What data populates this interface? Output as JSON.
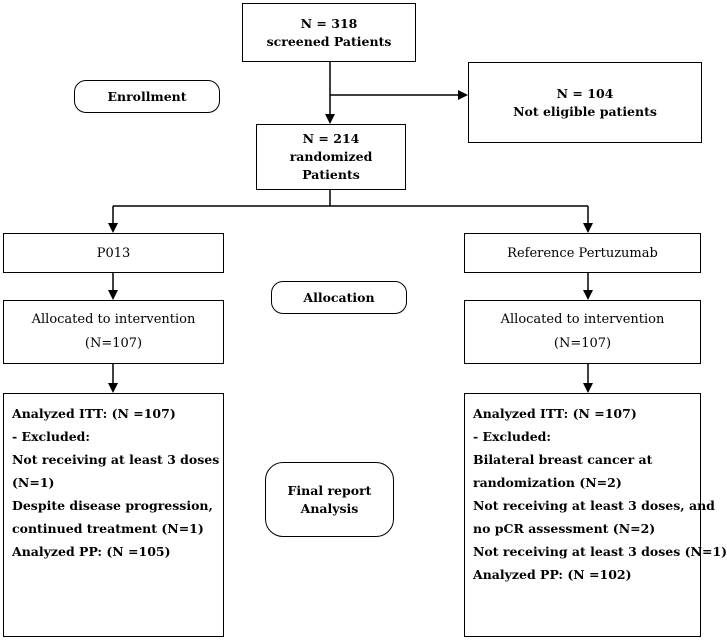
{
  "screened": {
    "line1": "N = 318",
    "line2": "screened Patients"
  },
  "not_eligible": {
    "line1": "N = 104",
    "line2": "Not eligible patients"
  },
  "randomized": {
    "line1": "N = 214",
    "line2": "randomized",
    "line3": "Patients"
  },
  "labels": {
    "enrollment": "Enrollment",
    "allocation": "Allocation",
    "final_report_1": "Final report",
    "final_report_2": "Analysis"
  },
  "left_arm": {
    "name": "P013",
    "allocated_1": "Allocated to intervention",
    "allocated_2": "(N=107)",
    "analysis": [
      "Analyzed ITT: (N =107)",
      "- Excluded:",
      "Not receiving at least 3 doses",
      "(N=1)",
      "Despite disease progression,",
      "continued treatment (N=1)",
      "Analyzed PP: (N =105)"
    ]
  },
  "right_arm": {
    "name": "Reference Pertuzumab",
    "allocated_1": "Allocated to intervention",
    "allocated_2": "(N=107)",
    "analysis": [
      "Analyzed ITT: (N =107)",
      "- Excluded:",
      "Bilateral breast cancer at",
      "randomization (N=2)",
      "Not receiving at least 3 doses, and",
      "no pCR assessment (N=2)",
      "Not receiving at least 3 doses (N=1)",
      "Analyzed PP: (N =102)"
    ]
  }
}
